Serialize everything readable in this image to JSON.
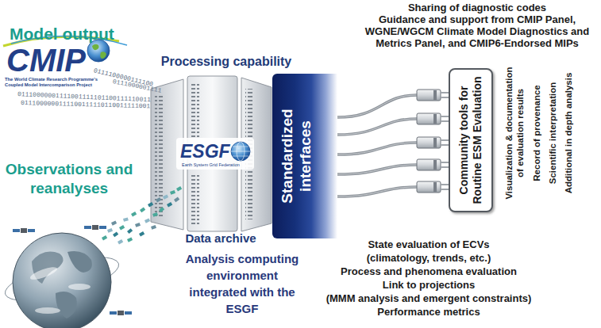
{
  "diagram": {
    "nodes": [
      {
        "text": [
          "Standardized interfaces"
        ]
      },
      {
        "text": [
          "Community tools for Routine ESM Evaluation"
        ]
      }
    ],
    "edges": [
      {
        "from": 0,
        "to": 1,
        "arrow": "none"
      },
      {
        "from": 0,
        "to": 1,
        "arrow": "none"
      },
      {
        "from": 0,
        "to": 1,
        "arrow": "none"
      },
      {
        "from": 0,
        "to": 1,
        "arrow": "none"
      },
      {
        "from": 0,
        "to": 1,
        "arrow": "none"
      }
    ],
    "labels": [
      "Model output",
      "CMIP",
      "The World Climate Research Programme's Coupled Model Intercomparison Project",
      "0111100000111100",
      "0111000001111",
      "01110000001111001111101100111110011",
      "0111000000111100111110110011111001",
      "Observations and reanalyses",
      "Processing capability",
      "ESGF",
      "Earth System Grid Federation",
      "Data archive",
      "Analysis computing environment integrated with the ESGF",
      "Sharing of diagnostic codes",
      "Guidance and support from CMIP Panel, WGNE/WGCM Climate Model Diagnostics and Metrics Panel, and CMIP6-Endorsed MIPs",
      "Visualization & documentation of evaluation results",
      "Record of provenance",
      "Scientific interpretation",
      "Additional in depth analysis",
      "State evaluation of ECVs",
      "(climatology, trends, etc.)",
      "Process and phenomena evaluation",
      "Link to projections",
      "(MMM analysis and emergent constraints)",
      "Performance metrics"
    ]
  }
}
